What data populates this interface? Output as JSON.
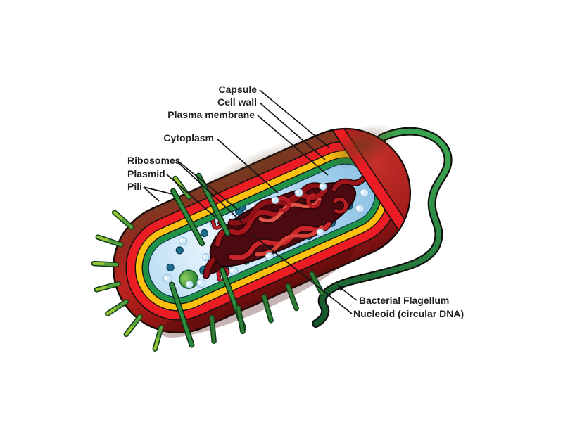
{
  "labels": {
    "capsule": "Capsule",
    "cell_wall": "Cell wall",
    "plasma_membrane": "Plasma membrane",
    "cytoplasm": "Cytoplasm",
    "ribosomes": "Ribosomes",
    "plasmid": "Plasmid",
    "pili": "Pili",
    "bacterial_flagellum": "Bacterial Flagellum",
    "nucleoid": "Nucleoid (circular DNA)"
  },
  "colors": {
    "background": "#ffffff",
    "capsule_dark_red": "#9c2418",
    "cell_wall_red": "#ec1c24",
    "membrane_yellow": "#fdc00f",
    "membrane_green": "#1f9247",
    "cytoplasm_blue": "#bcdff4",
    "nucleoid_red": "#a8161d",
    "ribosome_teal": "#1d6d8d",
    "pili_green": "#2e8b3e",
    "flagellum_green": "#2d7a3e",
    "label_text": "#231f20"
  }
}
